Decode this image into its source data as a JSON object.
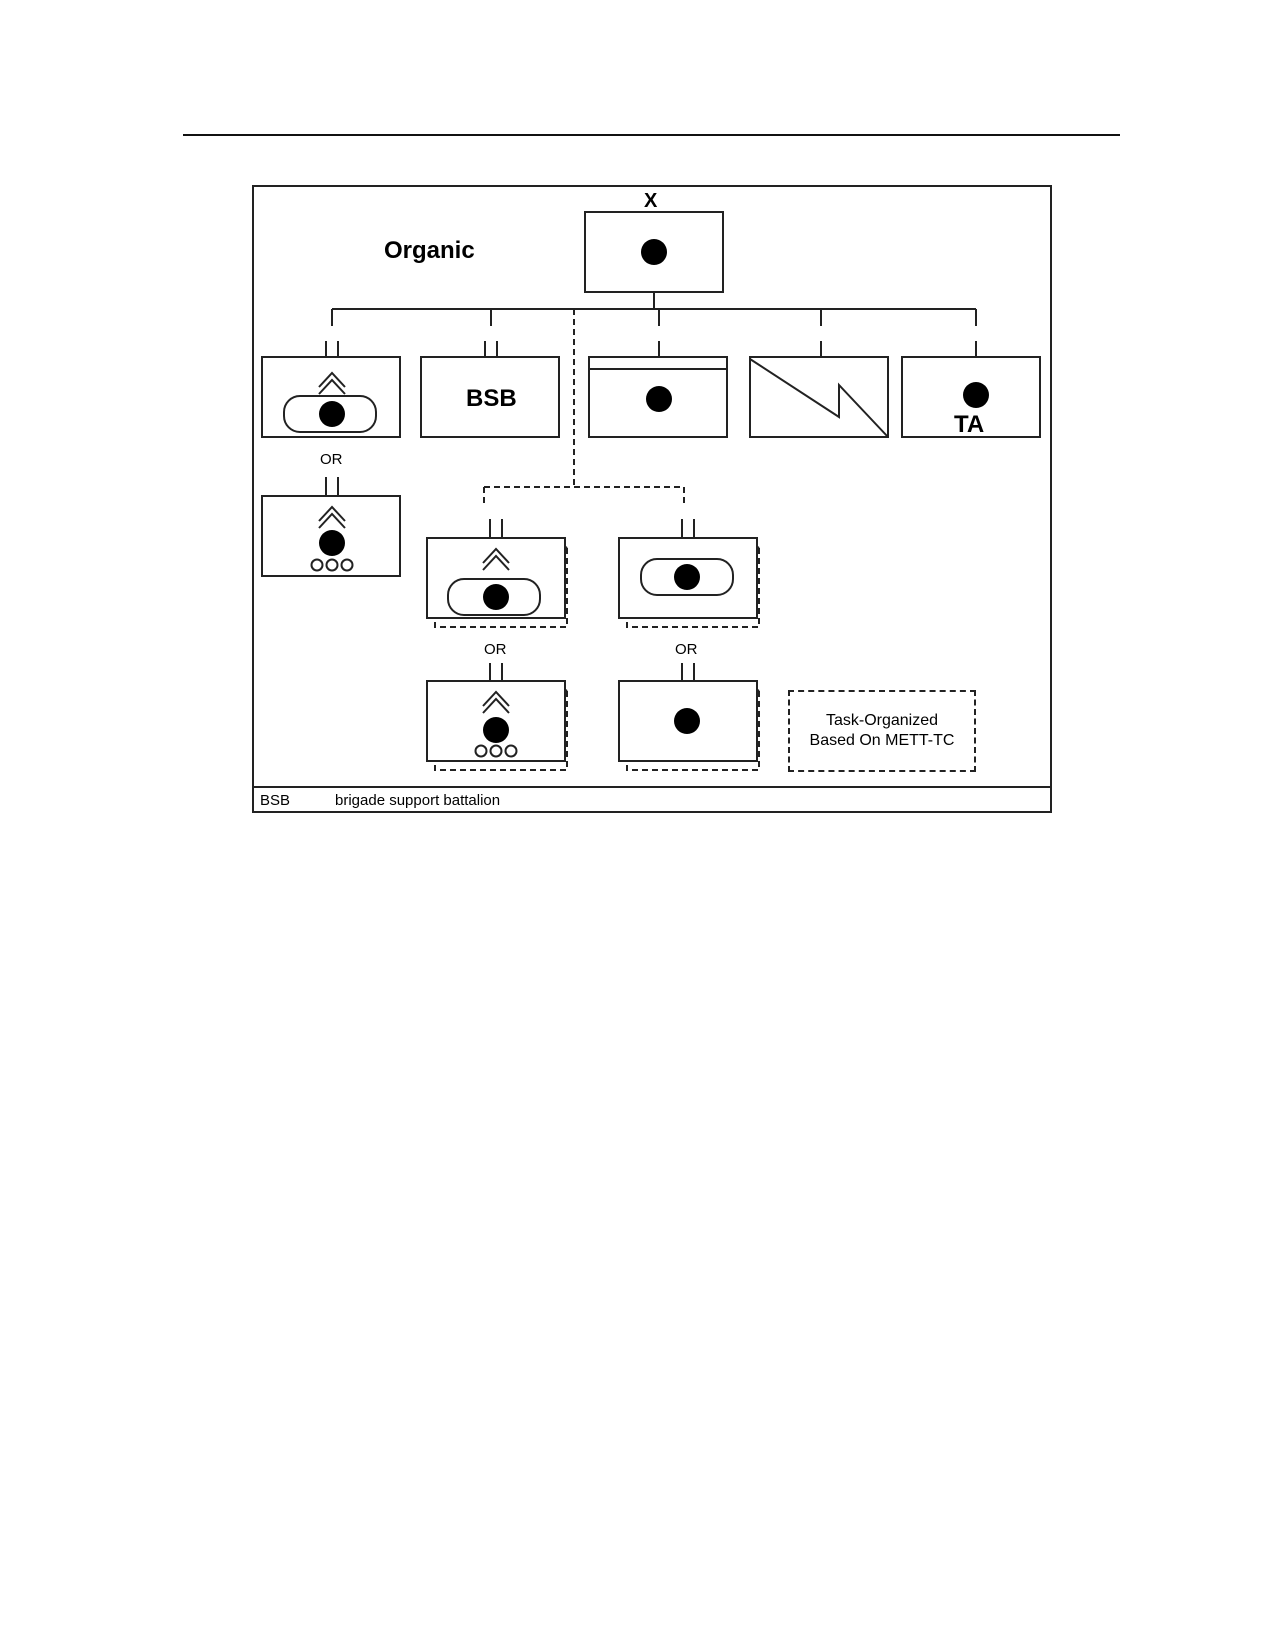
{
  "diagram": {
    "title": "Organic",
    "echelon_marker": "X",
    "units": {
      "bsb_label": "BSB",
      "ta_label": "TA"
    },
    "or_labels": [
      "OR",
      "OR",
      "OR"
    ],
    "note": {
      "line1": "Task-Organized",
      "line2": "Based On METT-TC"
    },
    "legend": {
      "abbreviation": "BSB",
      "definition": "brigade support battalion"
    }
  }
}
